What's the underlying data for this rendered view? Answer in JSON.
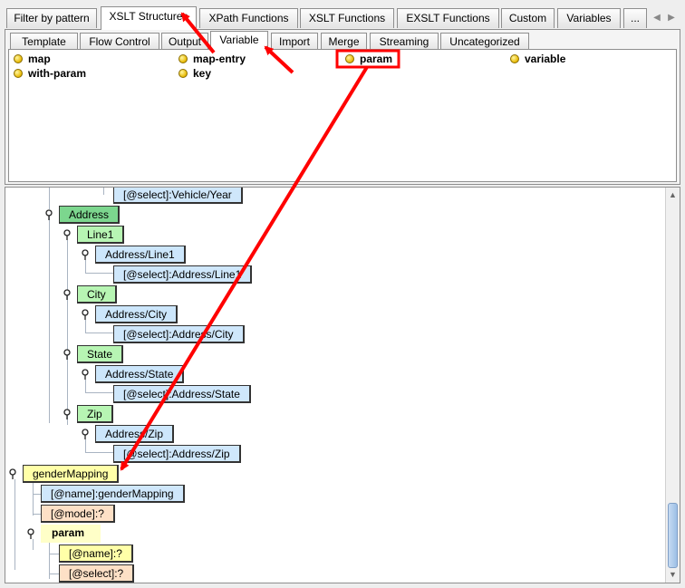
{
  "top_tabs": [
    "Filter by pattern",
    "XSLT Structures",
    "XPath Functions",
    "XSLT Functions",
    "EXSLT Functions",
    "Custom",
    "Variables",
    "..."
  ],
  "nav": {
    "left_icon": "arrow-left-icon",
    "right_icon": "arrow-right-icon"
  },
  "sub_tabs": [
    "Template",
    "Flow Control",
    "Output",
    "Variable",
    "Import",
    "Merge",
    "Streaming",
    "Uncategorized"
  ],
  "palette_items": [
    "map",
    "map-entry",
    "param",
    "variable",
    "with-param",
    "key"
  ],
  "tree": {
    "n0": "[@select]:Vehicle/Year",
    "n1": "Address",
    "n2": "Line1",
    "n3": "Address/Line1",
    "n4": "[@select]:Address/Line1",
    "n5": "City",
    "n6": "Address/City",
    "n7": "[@select]:Address/City",
    "n8": "State",
    "n9": "Address/State",
    "n10": "[@select]:Address/State",
    "n11": "Zip",
    "n12": "Address/Zip",
    "n13": "[@select]:Address/Zip",
    "n14": "genderMapping",
    "n15": "[@name]:genderMapping",
    "n16": "[@mode]:?",
    "n17": "param",
    "n18": "[@name]:?",
    "n19": "[@select]:?"
  },
  "colors": {
    "element": "#7cd68e",
    "element_light": "#b7f5b3",
    "path": "#cce6fb",
    "template": "#ffffa8",
    "attribute_unset": "#fde0c6",
    "annotation": "#ff0000"
  }
}
